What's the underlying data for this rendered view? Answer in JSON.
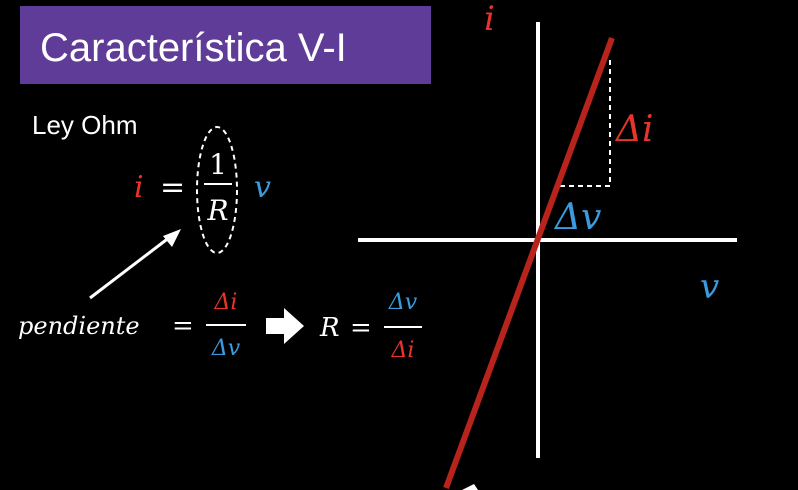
{
  "title": "Característica V-I",
  "subtitle": "Ley Ohm",
  "formula_ohm": {
    "lhs": "i",
    "equals": "=",
    "numerator": "1",
    "denominator": "R",
    "rhs": "v"
  },
  "formula_slope": {
    "lhs": "pendiente",
    "equals": "=",
    "numerator": "Δi",
    "denominator": "Δv"
  },
  "formula_resistance": {
    "lhs": "R",
    "equals": "=",
    "numerator": "Δv",
    "denominator": "Δi"
  },
  "graph": {
    "y_axis_label": "i",
    "x_axis_label": "v",
    "delta_i_label": "Δi",
    "delta_v_label": "Δv"
  },
  "colors": {
    "title_bg": "#5f3c97",
    "current": "#e8342a",
    "voltage": "#3b9be0",
    "line": "#b8241c",
    "axes": "#ffffff"
  },
  "icons": {
    "implication": "right-arrow-icon",
    "pointer": "pointer-arrow-icon"
  }
}
